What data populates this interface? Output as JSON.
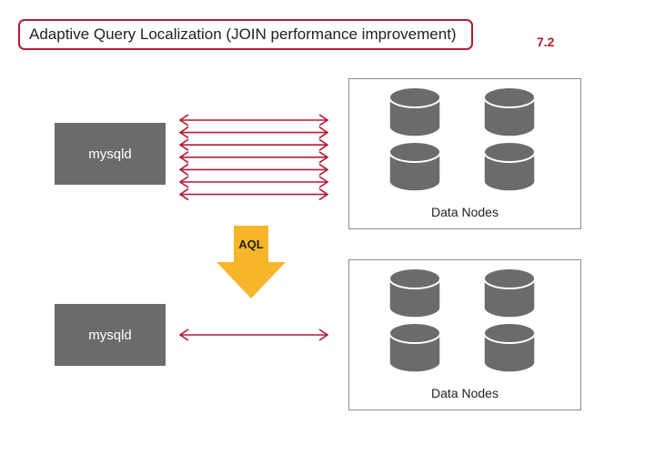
{
  "title": "Adaptive Query Localization (JOIN performance improvement)",
  "version": "7.2",
  "colors": {
    "accent": "#b31b34",
    "node_gray": "#6b6b6b",
    "aql_orange": "#f7b52b"
  },
  "top": {
    "mysqld_label": "mysqld",
    "data_nodes_label": "Data Nodes",
    "connections": 7
  },
  "aql": {
    "label": "AQL",
    "icon": "down-arrow-icon"
  },
  "bottom": {
    "mysqld_label": "mysqld",
    "data_nodes_label": "Data Nodes",
    "connections": 1
  }
}
